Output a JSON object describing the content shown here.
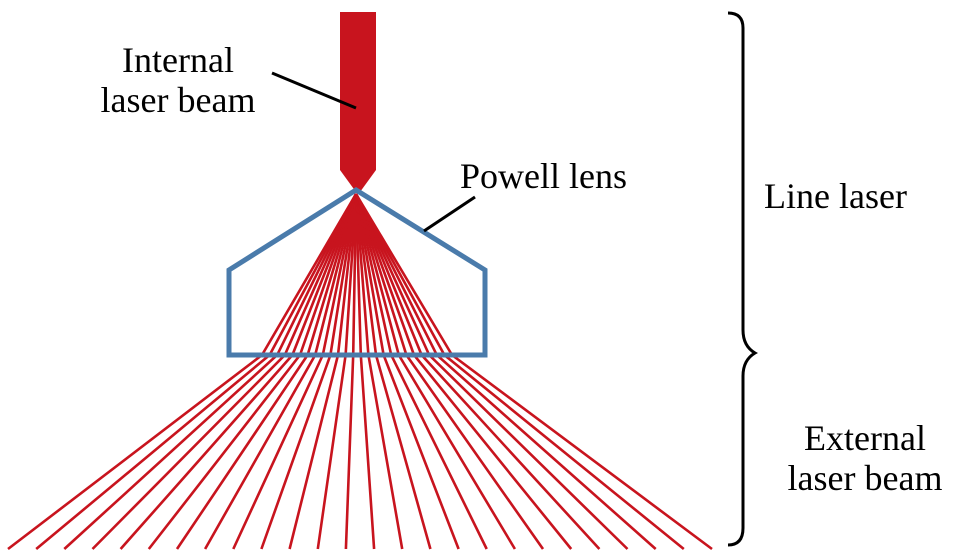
{
  "labels": {
    "internal_beam": [
      "Internal",
      "laser beam"
    ],
    "powell_lens": "Powell lens",
    "line_laser": "Line laser",
    "external_beam": [
      "External",
      "laser beam"
    ]
  },
  "colors": {
    "laser": "#c8141e",
    "lens": "#4a7bab",
    "ink": "#000000"
  }
}
